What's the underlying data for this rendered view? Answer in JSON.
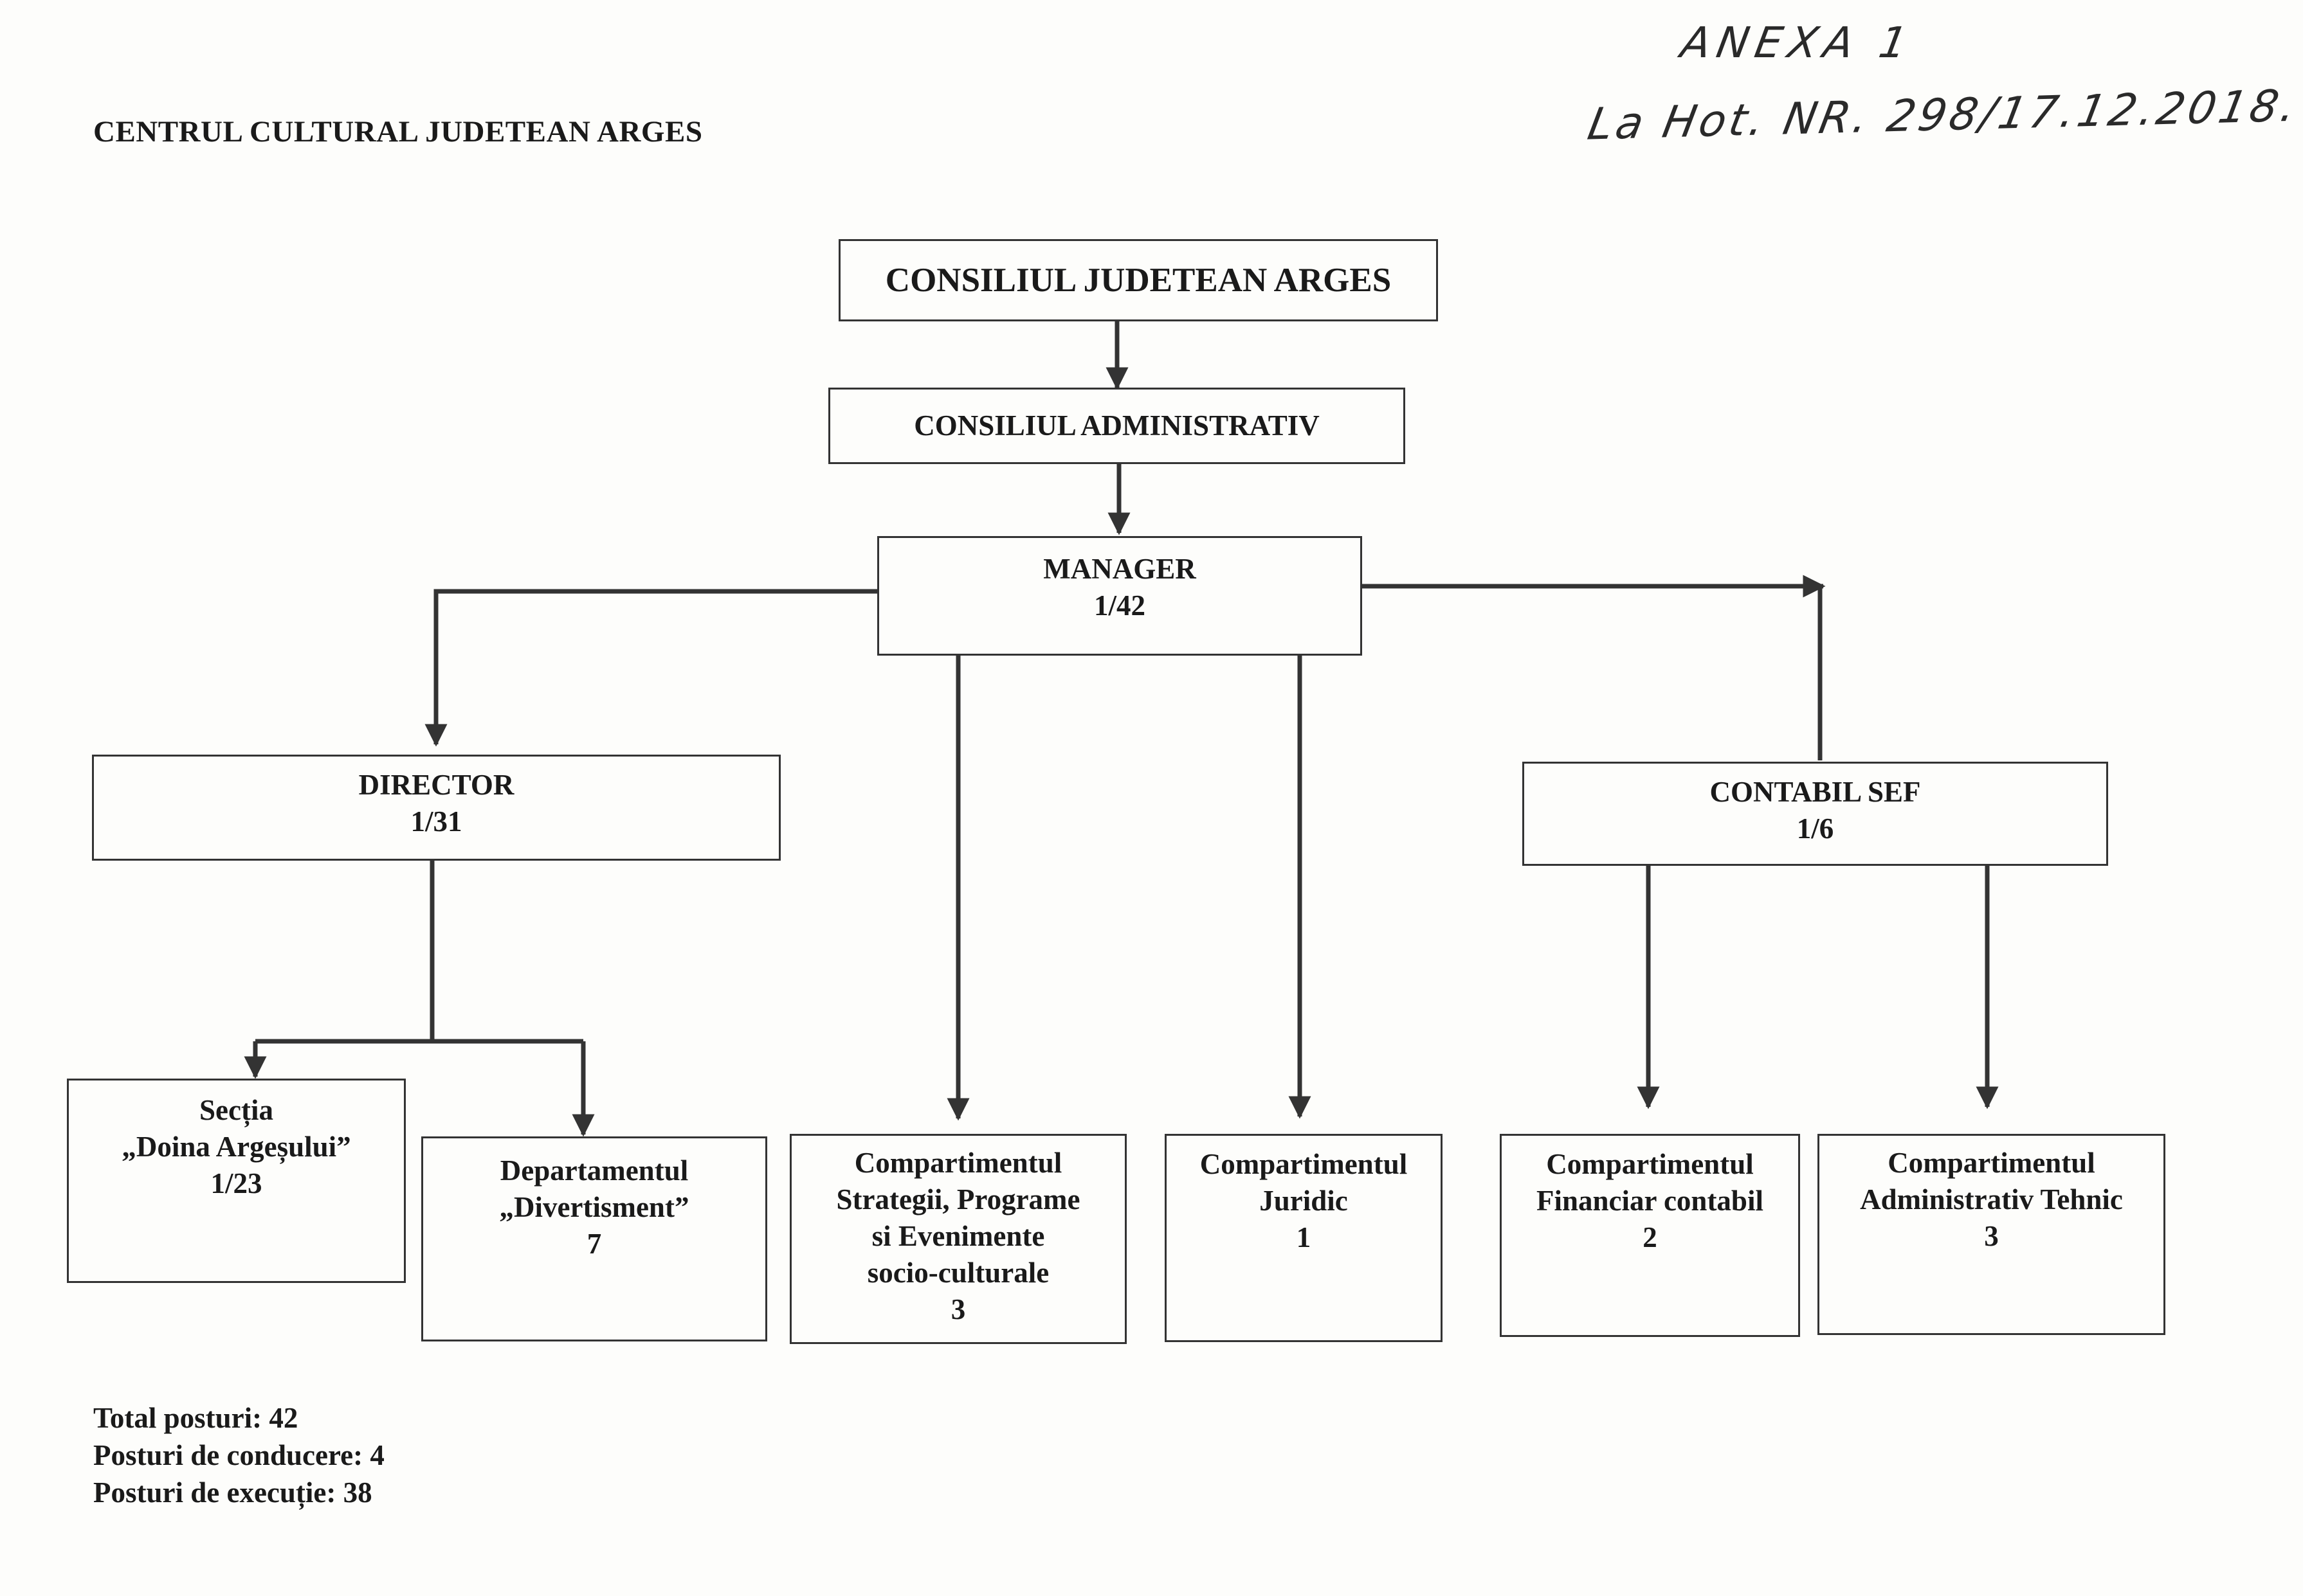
{
  "header": {
    "institution": "CENTRUL CULTURAL JUDETEAN ARGES",
    "annex_line1": "ANEXA 1",
    "annex_line2": "La Hot. NR. 298/17.12.2018."
  },
  "nodes": {
    "county_council": {
      "lines": [
        "CONSILIUL JUDETEAN ARGES"
      ]
    },
    "admin_council": {
      "lines": [
        "CONSILIUL ADMINISTRATIV"
      ]
    },
    "manager": {
      "lines": [
        "MANAGER"
      ],
      "count": "1/42"
    },
    "director": {
      "lines": [
        "DIRECTOR"
      ],
      "count": "1/31"
    },
    "chief_accountant": {
      "lines": [
        "CONTABIL SEF"
      ],
      "count": "1/6"
    },
    "doina_section": {
      "lines": [
        "Secția",
        "„Doina Argeșului”"
      ],
      "count": "1/23"
    },
    "entertainment_dept": {
      "lines": [
        "Departamentul",
        "„Divertisment”"
      ],
      "count": "7"
    },
    "strategy_comp": {
      "lines": [
        "Compartimentul",
        "Strategii, Programe",
        "si Evenimente",
        "socio-culturale"
      ],
      "count": "3"
    },
    "legal_comp": {
      "lines": [
        "Compartimentul",
        "Juridic"
      ],
      "count": "1"
    },
    "finance_comp": {
      "lines": [
        "Compartimentul",
        "Financiar contabil"
      ],
      "count": "2"
    },
    "admin_tech_comp": {
      "lines": [
        "Compartimentul",
        "Administrativ Tehnic"
      ],
      "count": "3"
    }
  },
  "totals": {
    "total_label": "Total posturi: 42",
    "management_label": "Posturi de conducere: 4",
    "execution_label": "Posturi de execuție: 38"
  }
}
